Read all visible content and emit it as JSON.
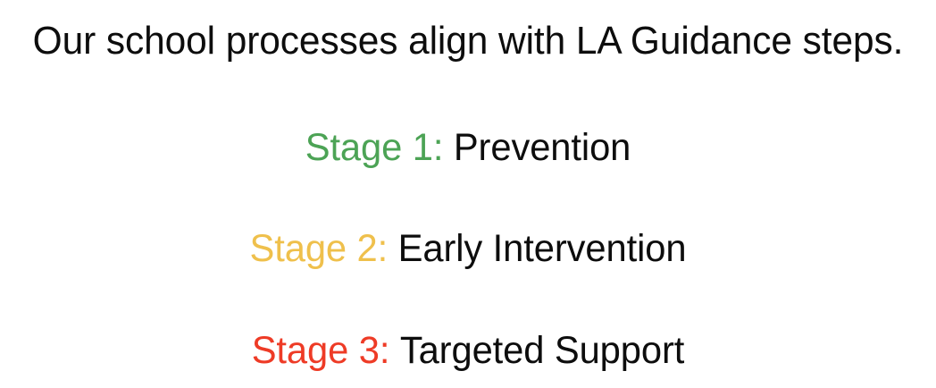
{
  "slide": {
    "background_color": "#FFFFFF",
    "text_color": "#0D0D0D",
    "title": "Our school processes align with LA Guidance steps.",
    "stages": [
      {
        "prefix": "Stage 1:",
        "label": "Prevention",
        "color": "#4CA355",
        "color_name": "green"
      },
      {
        "prefix": "Stage 2:",
        "label": "Early Intervention",
        "color": "#EFC04C",
        "color_name": "amber"
      },
      {
        "prefix": "Stage 3:",
        "label": "Targeted Support",
        "color": "#EE3B26",
        "color_name": "red"
      }
    ]
  }
}
